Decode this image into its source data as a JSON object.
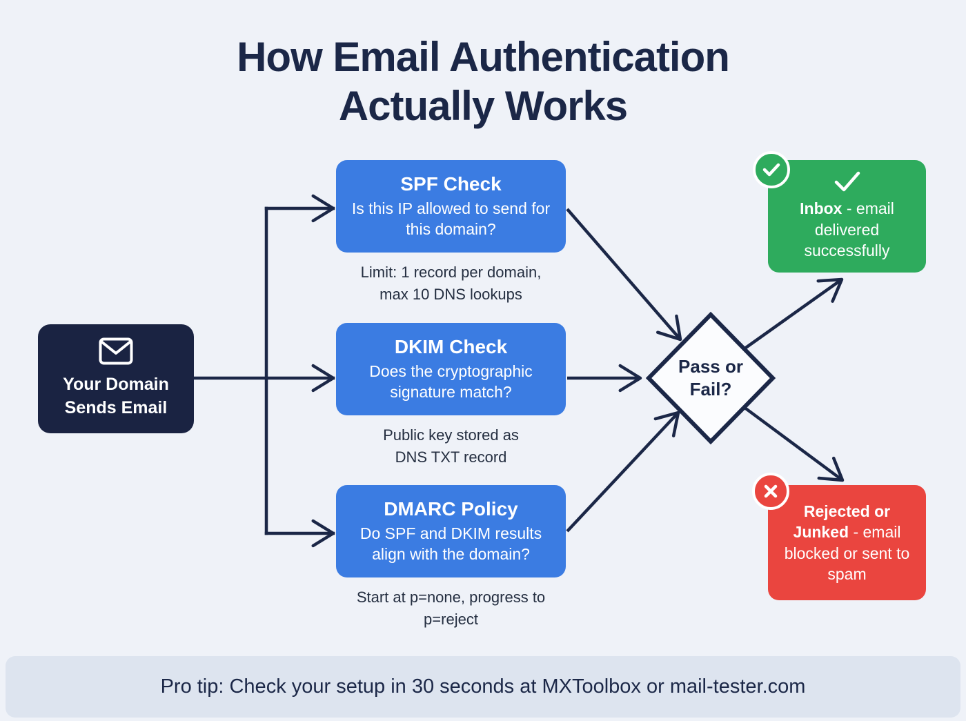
{
  "title": "How Email Authentication\nActually Works",
  "colors": {
    "ink": "#1b2747",
    "accent-blue": "#3b7ce2",
    "success-green": "#2eab5d",
    "danger-red": "#ea453f",
    "source-navy": "#1a2342",
    "page-bg": "#eff2f8",
    "footer-bg": "#dde4ef"
  },
  "source": {
    "icon": "mail-envelope-icon",
    "label": "Your Domain\nSends Email"
  },
  "checks": [
    {
      "title": "SPF Check",
      "question": "Is this IP allowed to send for this domain?",
      "note": "Limit: 1 record per domain,\nmax 10 DNS lookups"
    },
    {
      "title": "DKIM Check",
      "question": "Does the cryptographic signature match?",
      "note": "Public key stored as\nDNS TXT record"
    },
    {
      "title": "DMARC Policy",
      "question": "Do SPF and DKIM results align with the domain?",
      "note": "Start at p=none, progress to\np=reject"
    }
  ],
  "decision": {
    "label": "Pass or\nFail?"
  },
  "outcomes": {
    "success": {
      "icon": "check-icon",
      "badge_icon": "check-badge-icon",
      "bold": "Inbox",
      "rest": " - email delivered successfully"
    },
    "failure": {
      "badge_icon": "x-badge-icon",
      "bold": "Rejected or Junked",
      "rest": " - email blocked or sent to spam"
    }
  },
  "footer": {
    "text": "Pro tip: Check your setup in 30 seconds at MXToolbox or mail-tester.com"
  }
}
